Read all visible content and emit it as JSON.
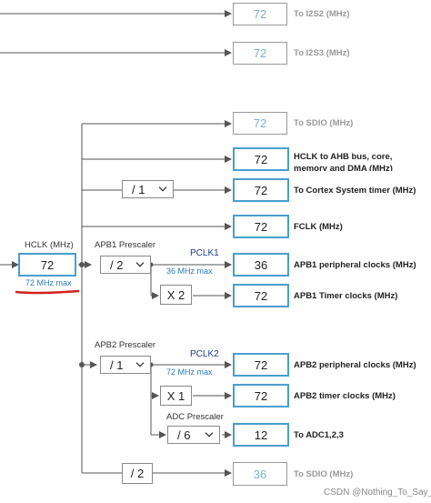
{
  "outputs": {
    "i2s2": {
      "value": "72",
      "label": "To I2S2 (MHz)"
    },
    "i2s3": {
      "value": "72",
      "label": "To I2S3 (MHz)"
    },
    "sdio_top": {
      "value": "72",
      "label": "To SDIO (MHz)"
    },
    "hclk_bus": {
      "value": "72",
      "label_line1": "HCLK to AHB bus, core,",
      "label_line2": "memory and DMA (MHz)"
    },
    "cortex_timer": {
      "value": "72",
      "label": "To Cortex System timer (MHz)"
    },
    "fclk": {
      "value": "72",
      "label": "FCLK (MHz)"
    },
    "apb1_periph": {
      "value": "36",
      "label": "APB1 peripheral clocks (MHz)"
    },
    "apb1_timer": {
      "value": "72",
      "label": "APB1 Timer clocks (MHz)"
    },
    "apb2_periph": {
      "value": "72",
      "label": "APB2 peripheral clocks (MHz)"
    },
    "apb2_timer": {
      "value": "72",
      "label": "APB2 timer clocks (MHz)"
    },
    "adc": {
      "value": "12",
      "label": "To ADC1,2,3"
    },
    "sdio_bottom": {
      "value": "36",
      "label": "To SDIO (MHz)"
    }
  },
  "hclk": {
    "title": "HCLK (MHz)",
    "value": "72",
    "max_note": "72 MHz max"
  },
  "cortex_divider": {
    "value": "/ 1"
  },
  "apb1": {
    "title": "APB1 Prescaler",
    "selected": "/ 2",
    "pclk_label": "PCLK1",
    "max_note": "36 MHz max",
    "timer_mult": "X 2"
  },
  "apb2": {
    "title": "APB2 Prescaler",
    "selected": "/ 1",
    "pclk_label": "PCLK2",
    "max_note": "72 MHz max",
    "timer_mult": "X 1"
  },
  "adc_prescaler": {
    "title": "ADC Prescaler",
    "selected": "/ 6"
  },
  "sdio_divider": {
    "value": "/ 2"
  },
  "watermark": "CSDN @Nothing_To_Say_",
  "colors": {
    "highlight_border": "#4a9ecf",
    "dim_value": "#7ab1d6",
    "wire": "#555555",
    "red_underline": "#d42020",
    "blue_note": "#2b7bbf"
  }
}
